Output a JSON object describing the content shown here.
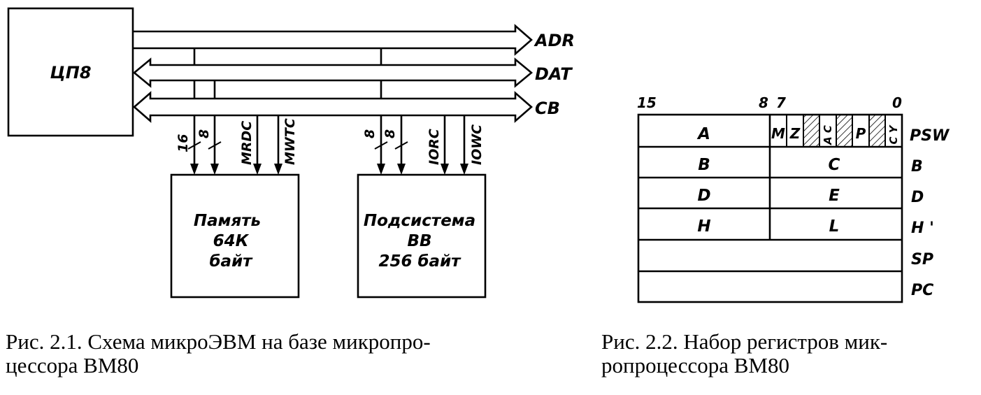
{
  "figure1": {
    "cpu_label": "ЦП8",
    "buses": {
      "adr": "ADR",
      "dat": "DAT",
      "cb": "CB"
    },
    "memory": {
      "lines": [
        "Память",
        "64К",
        "байт"
      ],
      "bus_width_addr": "16",
      "bus_width_data": "8",
      "read_signal": "MRDC",
      "write_signal": "MWTC"
    },
    "io": {
      "lines": [
        "Подсистема",
        "ВВ",
        "256 байт"
      ],
      "bus_width_addr": "8",
      "bus_width_data": "8",
      "read_signal": "IORC",
      "write_signal": "IOWC"
    },
    "caption_lines": [
      "Рис. 2.1. Схема микроЭВМ на базе микропро-",
      "цессора ВМ80"
    ]
  },
  "figure2": {
    "bit_labels": [
      "15",
      "8",
      "7",
      "0"
    ],
    "flags": [
      "M",
      "Z",
      "",
      "A C",
      "",
      "P",
      "",
      "C Y"
    ],
    "rows": [
      {
        "high": "A",
        "low": "",
        "name": "PSW"
      },
      {
        "high": "B",
        "low": "C",
        "name": "B"
      },
      {
        "high": "D",
        "low": "E",
        "name": "D"
      },
      {
        "high": "H",
        "low": "L",
        "name": "H '"
      },
      {
        "full": "",
        "name": "SP"
      },
      {
        "full": "",
        "name": "PC"
      }
    ],
    "caption_lines": [
      "Рис. 2.2. Набор регистров мик-",
      "ропроцессора ВМ80"
    ]
  }
}
